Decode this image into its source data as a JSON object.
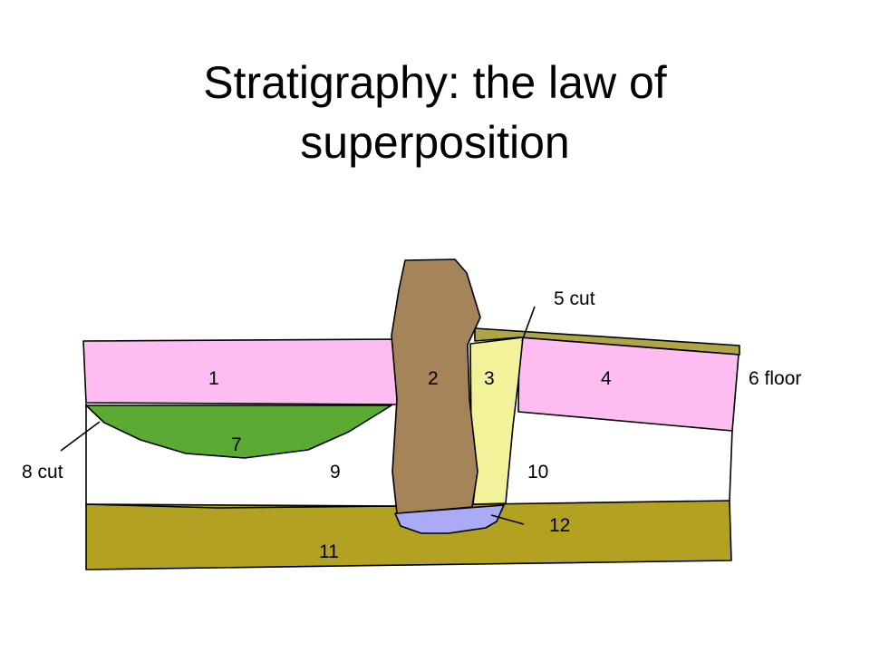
{
  "title": {
    "line1": "Stratigraphy: the law of",
    "line2": "superposition"
  },
  "colors": {
    "layer_pink": "#fdbdf1",
    "layer_brown": "#a58459",
    "layer_yellow": "#f1f299",
    "layer_green": "#5aaa33",
    "layer_olive": "#b3a222",
    "floor_olive": "#afa546",
    "pit_fill_blue": "#aaaaf6",
    "background": "#ffffff"
  },
  "labels": {
    "l1": "1",
    "l2": "2",
    "l3": "3",
    "l4": "4",
    "l5": "5 cut",
    "l6": "6 floor",
    "l7": "7",
    "l8": "8 cut",
    "l9": "9",
    "l10": "10",
    "l11": "11",
    "l12": "12"
  }
}
